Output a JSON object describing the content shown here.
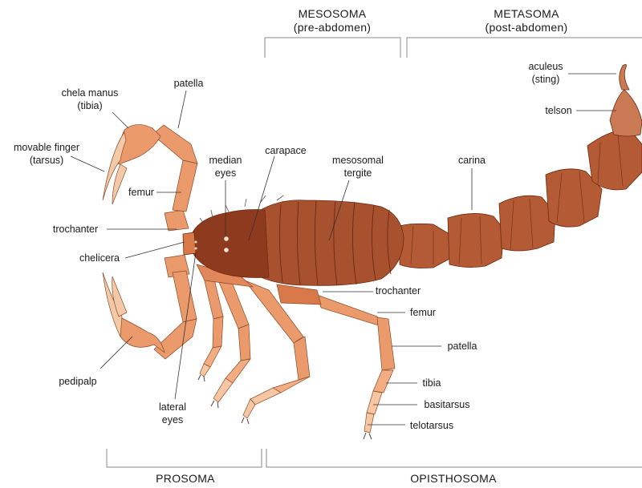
{
  "sections": {
    "mesosoma": [
      "MESOSOMA",
      "(pre-abdomen)"
    ],
    "metasoma": [
      "METASOMA",
      "(post-abdomen)"
    ],
    "prosoma": "PROSOMA",
    "opisthosoma": "OPISTHOSOMA"
  },
  "labels": {
    "chela_manus": [
      "chela manus",
      "(tibia)"
    ],
    "patella_top": "patella",
    "movable_finger": [
      "movable finger",
      "(tarsus)"
    ],
    "femur_left": "femur",
    "median_eyes": [
      "median",
      "eyes"
    ],
    "carapace": "carapace",
    "mesosomal_tergite": [
      "mesosomal",
      "tergite"
    ],
    "carina": "carina",
    "aculeus": [
      "aculeus",
      "(sting)"
    ],
    "telson": "telson",
    "trochanter_left": "trochanter",
    "chelicera": "chelicera",
    "trochanter_right": "trochanter",
    "femur_right": "femur",
    "patella_right": "patella",
    "pedipalp": "pedipalp",
    "lateral_eyes": [
      "lateral",
      "eyes"
    ],
    "tibia": "tibia",
    "basitarsus": "basitarsus",
    "telotarsus": "telotarsus"
  },
  "colors": {
    "body_dark": "#8e3a1e",
    "body_mid": "#a8512e",
    "metasoma": "#b45a34",
    "telson": "#c97a55",
    "appendage": "#eb9a6c",
    "appendage_light": "#f7c6a3",
    "finger": "#f4c9a8"
  }
}
